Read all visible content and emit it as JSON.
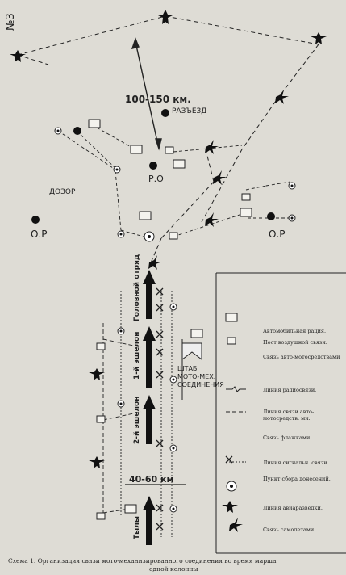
{
  "scheme_no": "№3",
  "distance_top": "100-150 км.",
  "distance_bottom": "40-60 км",
  "labels": {
    "razezd": "РАЗЪЕЗД",
    "dozor": "ДОЗОР",
    "ro": "Р.О",
    "or_left": "О.Р",
    "or_right": "О.Р",
    "shtab": "ШТАБ МОТО-МЕХ. СОЕДИНЕНИЯ"
  },
  "vertical_labels": {
    "golovnoy": "Головной отряд",
    "echelon1": "1-й эшелон",
    "echelon2": "2-й эшелон",
    "tyly": "Тылы"
  },
  "legend": [
    {
      "icon": "radio-car-icon",
      "text": "Автомобильная рация."
    },
    {
      "icon": "air-post-icon",
      "text": "Пост воздушной связи."
    },
    {
      "icon": "moto-comm-icon",
      "text": "Связь авто-мотосредствами"
    },
    {
      "icon": "radio-line-icon",
      "text": "Линия радиосвязи."
    },
    {
      "icon": "auto-moto-line-icon",
      "text": "Линия связи авто-мотосредств. ми."
    },
    {
      "icon": "flag-signal-icon",
      "text": "Связь флажками."
    },
    {
      "icon": "signal-line-icon",
      "text": "Линия сигнальн. связи."
    },
    {
      "icon": "report-point-icon",
      "text": "Пункт сбора донесений."
    },
    {
      "icon": "aviation-recon-icon",
      "text": "Линия авиаразведки."
    },
    {
      "icon": "aircraft-comm-icon",
      "text": "Связь самолетами."
    }
  ],
  "caption_line1": "Схема 1. Организация связи мото-механизированного соединения во время марша",
  "caption_line2": "одной колонны"
}
